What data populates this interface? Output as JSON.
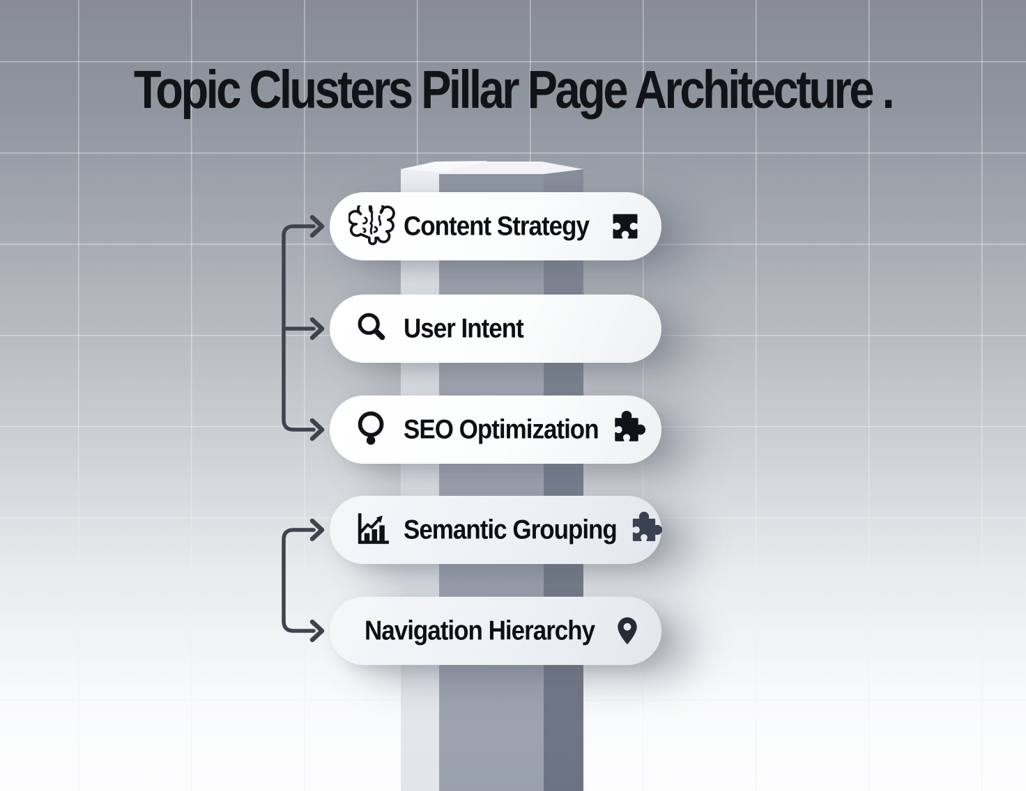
{
  "title": "Topic Clusters Pillar Page Architecture .",
  "pills": [
    {
      "label": "Content Strategy",
      "left_icon": "brain-icon",
      "right_icon": "puzzle-piece-flat-icon"
    },
    {
      "label": "User Intent",
      "left_icon": "magnifier-icon",
      "right_icon": ""
    },
    {
      "label": "SEO Optimization",
      "left_icon": "circle-dot-magnifier-icon",
      "right_icon": "puzzle-piece-icon"
    },
    {
      "label": "Semantic Grouping",
      "left_icon": "bar-chart-trend-icon",
      "right_icon": "puzzle-piece-gray-icon"
    },
    {
      "label": "Navigation Hierarchy",
      "left_icon": "",
      "right_icon": "location-pin-icon"
    }
  ],
  "colors": {
    "arrow": "#3E434E",
    "icon_black": "#101218",
    "puzzle_gray": "#3A4150",
    "pin_dark": "#262B35",
    "pill_background": "#FFFFFF",
    "pillar_top": "#F3F4F6",
    "pillar_left_face": "#E7EAEE",
    "pillar_front_face": "#9AA1AD",
    "pillar_right_face": "#6C7382",
    "background_top": "#878C96",
    "background_bottom": "#FDFDFE",
    "title_text": "#121317"
  }
}
